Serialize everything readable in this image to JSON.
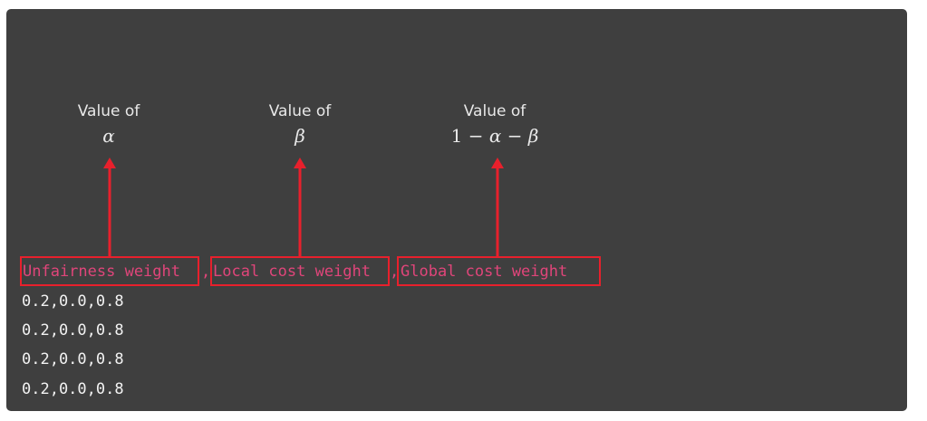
{
  "colors": {
    "panel_background": "#3f3f3f",
    "header_text": "#e0457a",
    "annotation_red": "#e8202c",
    "data_text": "#f2f2f2",
    "caption_text": "#e8e8e8"
  },
  "annotations": [
    {
      "label": "Value of",
      "symbol": "α"
    },
    {
      "label": "Value of",
      "symbol": "β"
    },
    {
      "label": "Value of",
      "symbol_prefix": "1",
      "symbol": "− α − β"
    }
  ],
  "csv": {
    "headers": [
      "Unfairness weight",
      "Local cost weight",
      "Global cost weight"
    ],
    "separator": ",",
    "rows": [
      "0.2,0.0,0.8",
      "0.2,0.0,0.8",
      "0.2,0.0,0.8",
      "0.2,0.0,0.8"
    ]
  }
}
